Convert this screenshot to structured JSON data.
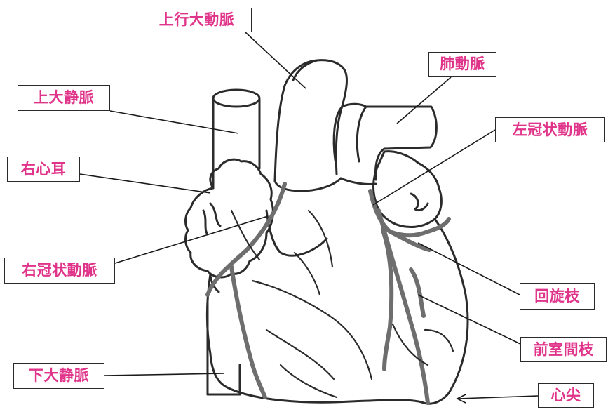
{
  "colors": {
    "label_text": "#e0348a",
    "outline": "#2b2b2b",
    "vessel": "#6e6e6e",
    "leader": "#1a1a1a"
  },
  "labels": {
    "ascending_aorta": "上行大動脈",
    "pulmonary_artery": "肺動脈",
    "superior_vena_cava": "上大静脈",
    "left_coronary_artery": "左冠状動脈",
    "right_auricle": "右心耳",
    "right_coronary_artery": "右冠状動脈",
    "circumflex_branch": "回旋枝",
    "anterior_interventricular_branch": "前室間枝",
    "inferior_vena_cava": "下大静脈",
    "apex": "心尖"
  }
}
